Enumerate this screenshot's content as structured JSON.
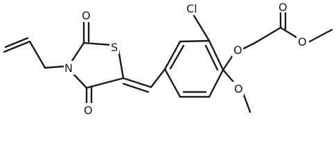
{
  "molecule": {
    "atoms": {
      "cl": "Cl",
      "o_ether": "O",
      "o_ester_single": "O",
      "o_ester_double": "O",
      "o_methoxy": "O",
      "s_ring": "S",
      "n_ring": "N",
      "o_c2": "O",
      "o_c4": "O"
    }
  }
}
